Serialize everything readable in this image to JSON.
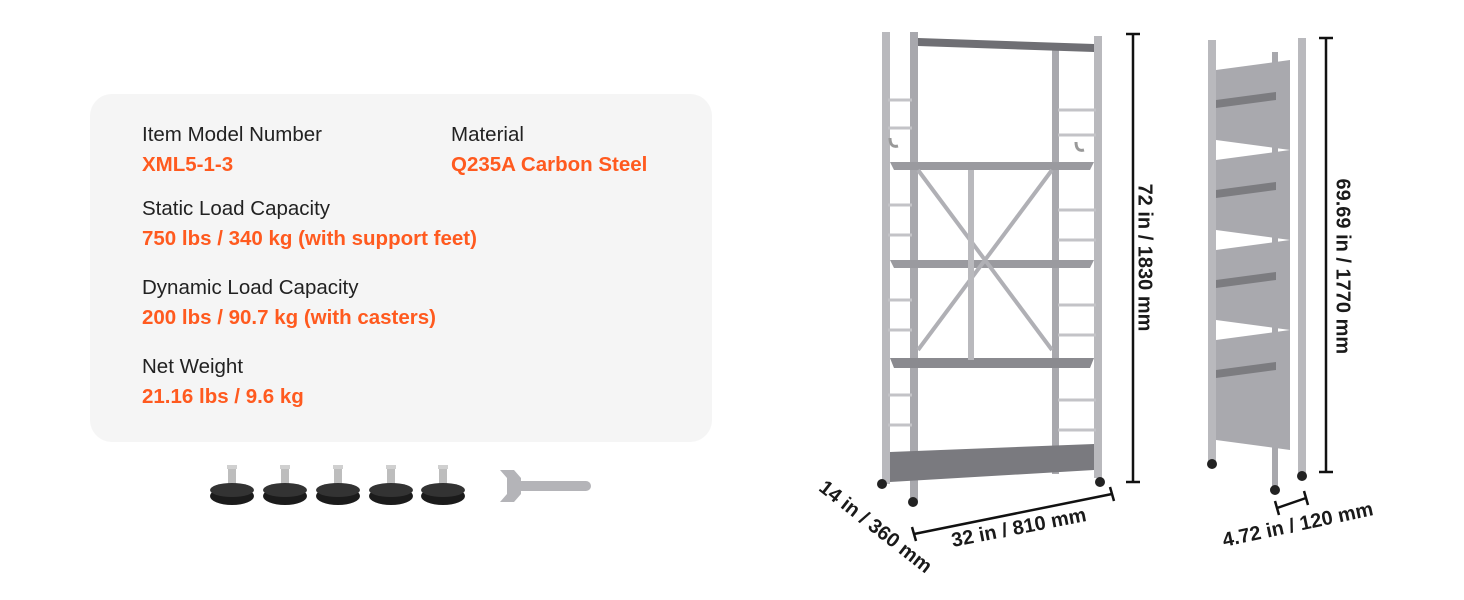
{
  "colors": {
    "accent": "#ff5a1f",
    "label": "#222222",
    "card": "#f5f5f5",
    "steel": "#b9b9bd",
    "steel_dark": "#8e8e93",
    "feet": "#1b1b1b"
  },
  "specs": {
    "model": {
      "label": "Item Model Number",
      "value": "XML5-1-3"
    },
    "material": {
      "label": "Material",
      "value": "Q235A Carbon Steel"
    },
    "static": {
      "label": "Static Load Capacity",
      "value": "750 lbs / 340 kg (with support feet)"
    },
    "dynamic": {
      "label": "Dynamic Load Capacity",
      "value": "200 lbs / 90.7 kg (with casters)"
    },
    "weight": {
      "label": "Net Weight",
      "value": "21.16 lbs / 9.6 kg"
    }
  },
  "accessories": {
    "support_feet_icon": "support-foot-icon",
    "wrench_icon": "wrench-icon"
  },
  "dimensions": {
    "height_assembled": "72 in / 1830 mm",
    "width": "32 in / 810 mm",
    "depth": "14 in / 360 mm",
    "height_folded": "69.69 in / 1770 mm",
    "depth_folded": "4.72 in / 120 mm"
  }
}
